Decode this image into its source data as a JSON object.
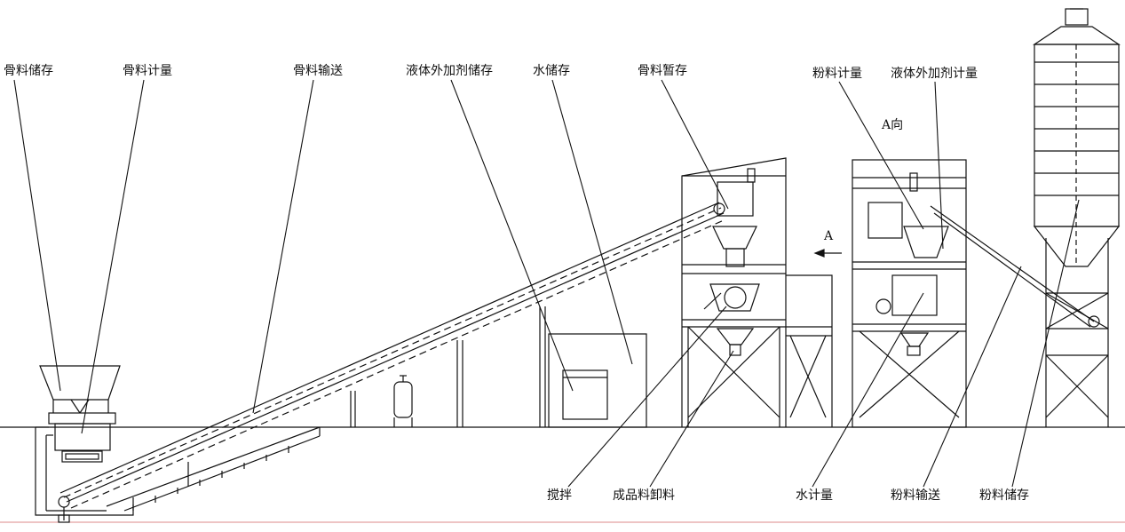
{
  "labels": {
    "aggregate_storage": "骨料储存",
    "aggregate_weighing": "骨料计量",
    "aggregate_conveying": "骨料输送",
    "liquid_admixture_storage": "液体外加剂储存",
    "water_storage": "水储存",
    "aggregate_temporary_storage": "骨料暂存",
    "powder_weighing": "粉料计量",
    "liquid_admixture_weighing": "液体外加剂计量",
    "view_a_direction": "A向",
    "arrow_a": "A",
    "mixing": "搅拌",
    "finished_discharge": "成品料卸料",
    "water_weighing": "水计量",
    "powder_conveying": "粉料输送",
    "powder_storage": "粉料储存"
  }
}
